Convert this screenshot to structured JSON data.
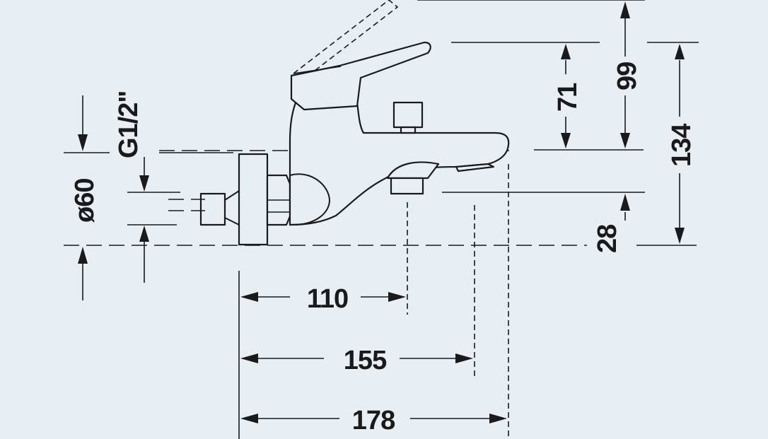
{
  "dimensions": {
    "diameter": "ø60",
    "thread": "G1/2\"",
    "width_110": "110",
    "width_155": "155",
    "width_178": "178",
    "height_71": "71",
    "height_99": "99",
    "height_134": "134",
    "height_28": "28"
  },
  "colors": {
    "background": "#e8eff4",
    "line": "#1a1a1a"
  }
}
